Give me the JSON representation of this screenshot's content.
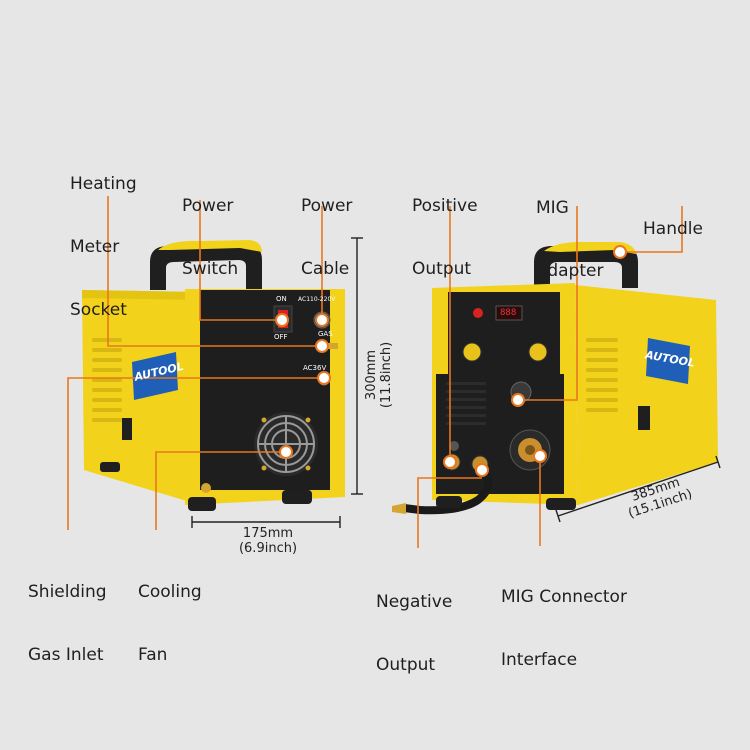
{
  "labels": {
    "heating_meter_socket": [
      "Heating",
      "Meter",
      "Socket"
    ],
    "power_switch": [
      "Power",
      "Switch"
    ],
    "power_cable": [
      "Power",
      "Cable"
    ],
    "positive_output": [
      "Positive",
      "Output"
    ],
    "mig_adapter": [
      "MIG",
      "Adapter"
    ],
    "handle": [
      "Handle"
    ],
    "shielding_gas_inlet": [
      "Shielding",
      "Gas Inlet"
    ],
    "cooling_fan": [
      "Cooling",
      "Fan"
    ],
    "negative_output": [
      "Negative",
      "Output"
    ],
    "mig_connector_interface": [
      "MIG Connector",
      "Interface"
    ]
  },
  "dimensions": {
    "height": [
      "300mm",
      "(11.8inch)"
    ],
    "depth": [
      "175mm",
      "(6.9inch)"
    ],
    "length": [
      "385mm",
      "(15.1inch)"
    ]
  },
  "device": {
    "brand": "AUTOOL",
    "panel_on": "ON",
    "panel_off": "OFF",
    "voltage_label": "AC110-220V",
    "gas_label": "GAS",
    "ac36v_label": "AC36V",
    "display_value": "888"
  },
  "colors": {
    "background": "#e6e6e6",
    "body_yellow": "#f2d21a",
    "body_shade": "#d9b90f",
    "panel_black": "#1e1e1e",
    "callout_orange": "#e8771f",
    "badge_blue": "#1f5fb8"
  },
  "icons": [
    "fan-grille-icon",
    "power-switch-icon",
    "gas-nozzle-icon",
    "mig-torch-connector-icon",
    "handle-icon"
  ]
}
